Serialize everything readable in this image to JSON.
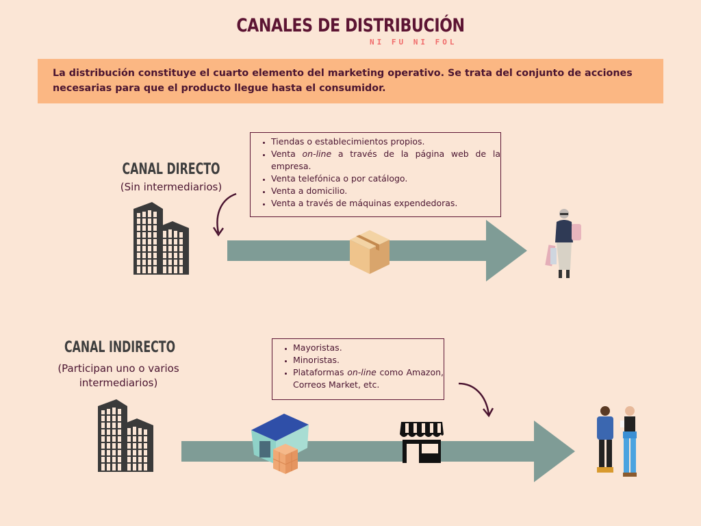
{
  "header": {
    "title": "CANALES DE DISTRIBUCIÓN",
    "subtitle": "NI FU NI FOL"
  },
  "intro": {
    "text": "La distribución constituye el cuarto elemento del marketing operativo. Se trata del conjunto de acciones necesarias para que el producto llegue hasta el consumidor."
  },
  "direct_channel": {
    "heading": "CANAL DIRECTO",
    "subheading": "(Sin intermediarios)",
    "examples": [
      {
        "pre": "Tiendas o establecimientos propios.",
        "em": "",
        "post": ""
      },
      {
        "pre": "Venta ",
        "em": "on-line",
        "post": " a través de la página web de la empresa."
      },
      {
        "pre": "Venta telefónica o por catálogo.",
        "em": "",
        "post": ""
      },
      {
        "pre": "Venta a domicilio.",
        "em": "",
        "post": ""
      },
      {
        "pre": "Venta a través de máquinas expendedoras.",
        "em": "",
        "post": ""
      }
    ],
    "flow": [
      "building-icon",
      "package-icon",
      "shopper-icon"
    ]
  },
  "indirect_channel": {
    "heading": "CANAL INDIRECTO",
    "subheading": "(Participan uno o varios intermediarios)",
    "examples": [
      {
        "pre": "Mayoristas.",
        "em": "",
        "post": ""
      },
      {
        "pre": "Minoristas.",
        "em": "",
        "post": ""
      },
      {
        "pre": "Plataformas ",
        "em": "on-line",
        "post": " como Amazon, Correos Market, etc."
      }
    ],
    "flow": [
      "building-icon",
      "warehouse-icon",
      "storefront-icon",
      "customers-icon"
    ]
  },
  "colors": {
    "background": "#fbe6d6",
    "banner": "#fbb783",
    "title": "#5c1433",
    "subtitle": "#f06a6a",
    "arrow": "#7f9c96",
    "heading": "#3d3d3d"
  }
}
